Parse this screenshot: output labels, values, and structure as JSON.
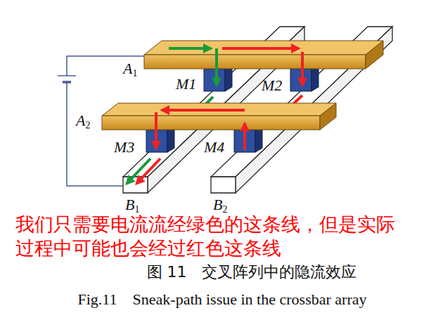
{
  "diagram": {
    "caption": "图 11　交叉阵列中的隐流效应",
    "labels": [
      "A1",
      "M1",
      "M2",
      "A2",
      "M3",
      "M4",
      "B1",
      "B2",
      "我们只需要电流流经绿色的这条线，但是实际过程中可能也会经过红色这条线",
      "Fig.11　Sneak-path issue in the crossbar array"
    ]
  }
}
